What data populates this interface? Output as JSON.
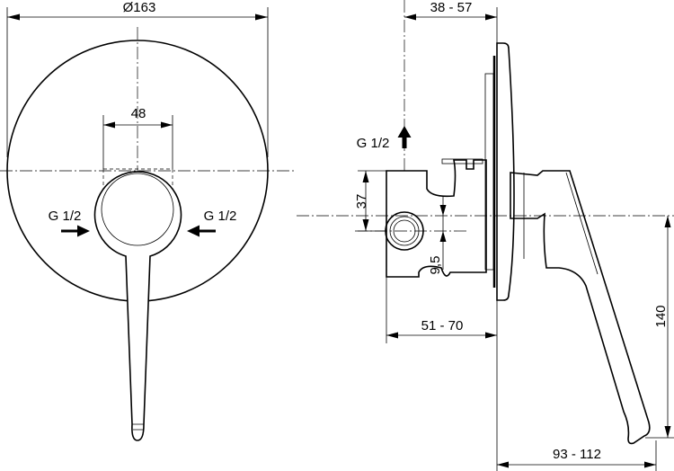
{
  "front_view": {
    "diameter_label": "Ø163",
    "hub_width_label": "48",
    "inlet_left_label": "G 1/2",
    "inlet_right_label": "G 1/2"
  },
  "side_view": {
    "depth_plate_label": "38 - 57",
    "inlet_top_label": "G 1/2",
    "height_37_label": "37",
    "offset_label": "9,5",
    "depth_body_label": "51 - 70",
    "lever_drop_label": "140",
    "lever_projection_label": "93 - 112"
  }
}
